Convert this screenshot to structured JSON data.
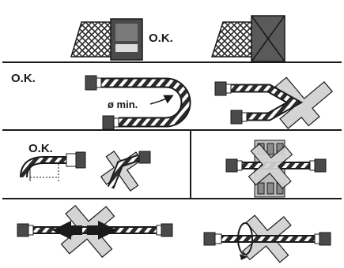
{
  "labels": {
    "ok_top": "O.K.",
    "ok_bend": "O.K.",
    "ok_small": "O.K.",
    "min_diameter": "ø min."
  },
  "colors": {
    "line": "#1a1a1a",
    "cross_fill": "#d4d4d4",
    "braid_light": "#ffffff",
    "braid_dark": "#2b2b2b",
    "ferrule": "#4a4a4a"
  },
  "icons": [
    "hose-icon",
    "fitting-icon",
    "cross-icon",
    "arrow-icon",
    "rotation-icon",
    "collar-icon"
  ]
}
